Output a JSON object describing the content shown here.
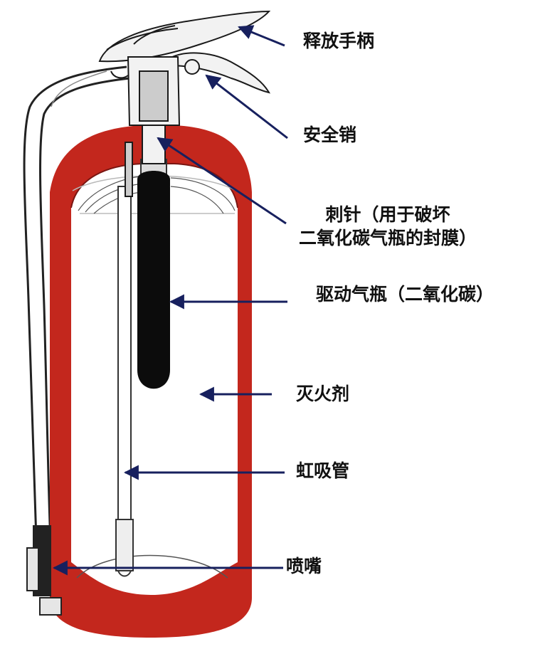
{
  "labels": {
    "release_handle": "释放手柄",
    "safety_pin": "安全销",
    "piercing_pin_line1": "刺针（用于破坏",
    "piercing_pin_line2": "二氧化碳气瓶的封膜）",
    "driver_cylinder": "驱动气瓶（二氧化碳）",
    "extinguishing_agent": "灭火剂",
    "siphon_tube": "虹吸管",
    "nozzle": "喷嘴"
  },
  "colors": {
    "shell_red": "#c3271d",
    "arrow_navy": "#17205e",
    "cylinder_black": "#0c0c0c"
  }
}
